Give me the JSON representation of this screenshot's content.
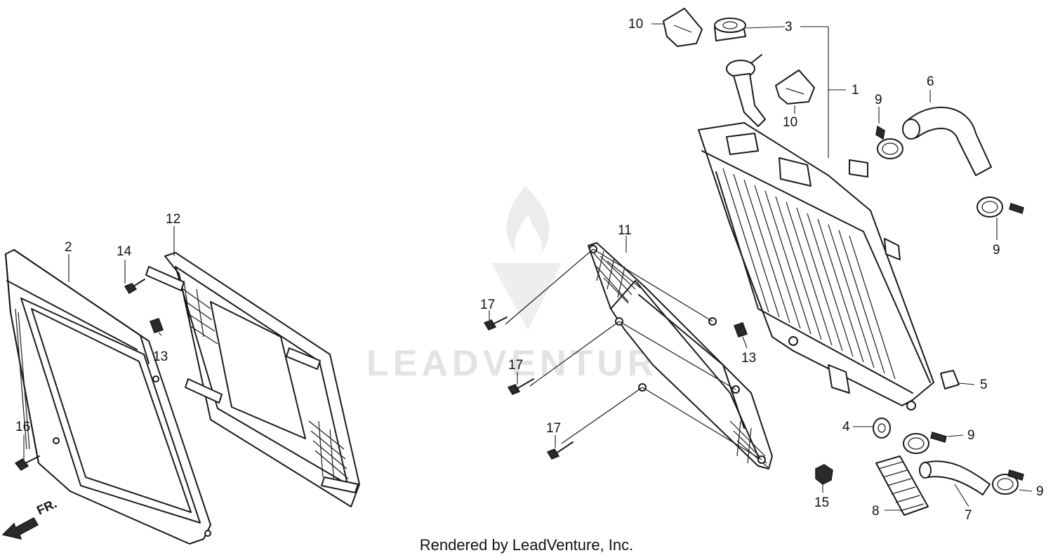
{
  "watermark": "LEADVENTURE",
  "footer": "Rendered by LeadVenture, Inc.",
  "front_marker": "FR.",
  "callouts": [
    "1",
    "2",
    "3",
    "4",
    "5",
    "6",
    "7",
    "8",
    "9",
    "10",
    "11",
    "12",
    "13",
    "14",
    "15",
    "16",
    "17"
  ]
}
